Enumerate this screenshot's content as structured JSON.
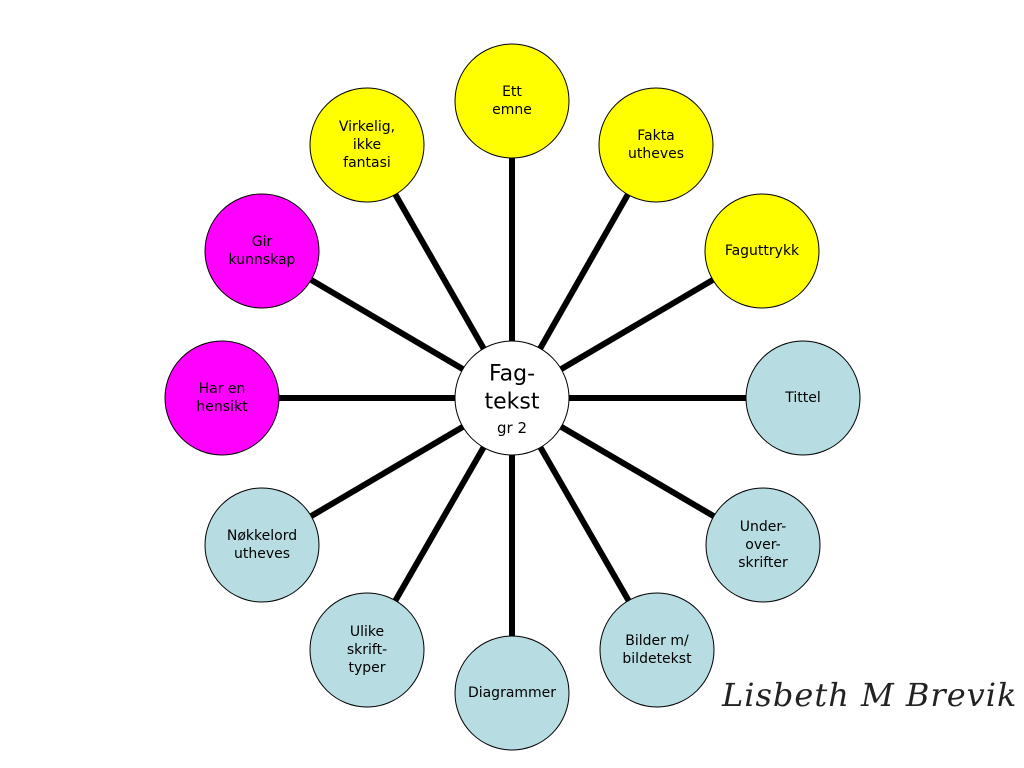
{
  "hub": {
    "lines": [
      "Fag-",
      "tekst"
    ],
    "sub": "gr 2",
    "color": "#ffffff"
  },
  "colors": {
    "yellow": "#ffff00",
    "magenta": "#ff00ff",
    "lightblue": "#b7dde2",
    "spoke": "#000000",
    "outline": "#000000"
  },
  "nodes": [
    {
      "id": "ett-emne",
      "lines": [
        "Ett",
        "emne"
      ],
      "color": "yellow"
    },
    {
      "id": "fakta-utheves",
      "lines": [
        "Fakta",
        "utheves"
      ],
      "color": "yellow"
    },
    {
      "id": "faguttrykk",
      "lines": [
        "Faguttrykk"
      ],
      "color": "yellow"
    },
    {
      "id": "tittel",
      "lines": [
        "Tittel"
      ],
      "color": "lightblue"
    },
    {
      "id": "under-over-skrifter",
      "lines": [
        "Under-",
        "over-",
        "skrifter"
      ],
      "color": "lightblue"
    },
    {
      "id": "bilder-m-bildetekst",
      "lines": [
        "Bilder m/",
        "bildetekst"
      ],
      "color": "lightblue"
    },
    {
      "id": "diagrammer",
      "lines": [
        "Diagrammer"
      ],
      "color": "lightblue"
    },
    {
      "id": "ulike-skrifttyper",
      "lines": [
        "Ulike",
        "skrift-",
        "typer"
      ],
      "color": "lightblue"
    },
    {
      "id": "nokkelord-utheves",
      "lines": [
        "Nøkkelord",
        "utheves"
      ],
      "color": "lightblue"
    },
    {
      "id": "har-en-hensikt",
      "lines": [
        "Har en",
        "hensikt"
      ],
      "color": "magenta"
    },
    {
      "id": "gir-kunnskap",
      "lines": [
        "Gir",
        "kunnskap"
      ],
      "color": "magenta"
    },
    {
      "id": "virkelig-ikke-fantasi",
      "lines": [
        "Virkelig,",
        "ikke",
        "fantasi"
      ],
      "color": "yellow"
    }
  ],
  "signature": "Lisbeth M Brevik"
}
